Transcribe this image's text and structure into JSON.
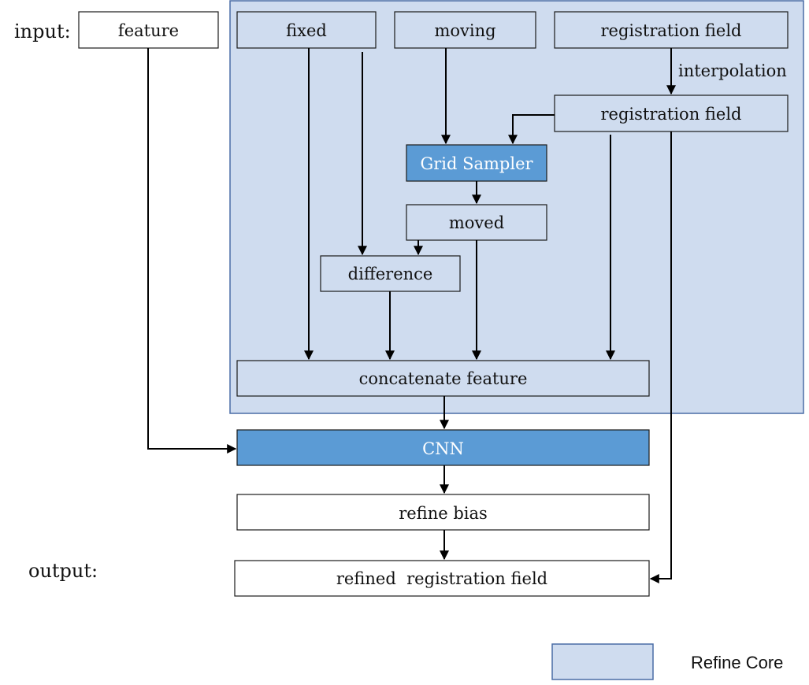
{
  "colors": {
    "core_fill": "#cfdcef",
    "core_border": "#4a6da6",
    "dark_fill": "#5b9bd5",
    "dark_text": "#ffffff",
    "box_border": "#1a1a1a",
    "text": "#111111",
    "arrow": "#000000"
  },
  "labels": {
    "input": "input:",
    "output": "output:",
    "interpolation": "interpolation"
  },
  "nodes": {
    "feature": "feature",
    "fixed": "fixed",
    "moving": "moving",
    "registration_field_top": "registration field",
    "registration_field_mid": "registration field",
    "grid_sampler": "Grid Sampler",
    "moved": "moved",
    "difference": "difference",
    "concatenate": "concatenate feature",
    "cnn": "CNN",
    "refine_bias": "refine bias",
    "refined_field": "refined  registration field"
  },
  "legend": {
    "label": "Refine Core"
  }
}
